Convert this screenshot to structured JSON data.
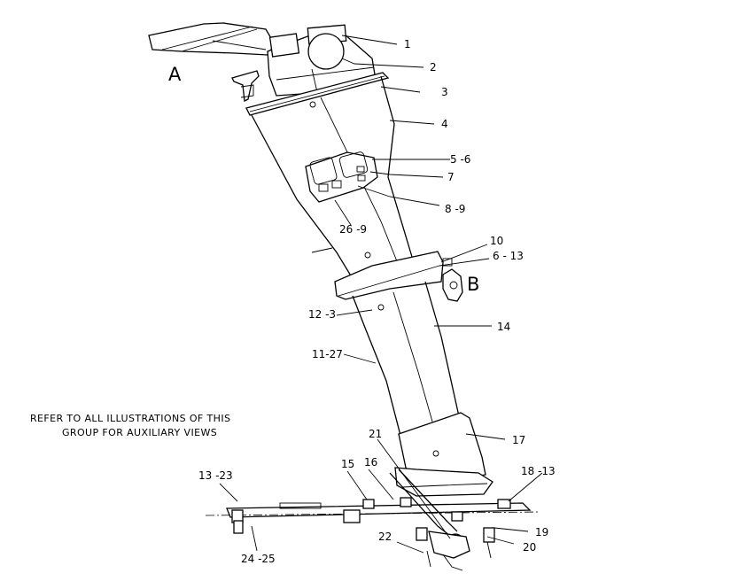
{
  "view_labels": {
    "a": "A",
    "b": "B"
  },
  "note": {
    "line1": "REFER TO ALL ILLUSTRATIONS OF THIS",
    "line2": "GROUP FOR AUXILIARY VIEWS"
  },
  "callouts": {
    "c1": "1",
    "c2": "2",
    "c3": "3",
    "c4": "4",
    "c5": "5 -6",
    "c7": "7",
    "c8": "8 -9",
    "c26": "26 -9",
    "c10": "10",
    "c6_13": "6 - 13",
    "c12": "12 -3",
    "c14": "14",
    "c11": "11-27",
    "c17": "17",
    "c21": "21",
    "c15": "15",
    "c16": "16",
    "c13_23": "13 -23",
    "c18": "18 -13",
    "c19": "19",
    "c20": "20",
    "c22": "22",
    "c24": "24 -25"
  }
}
